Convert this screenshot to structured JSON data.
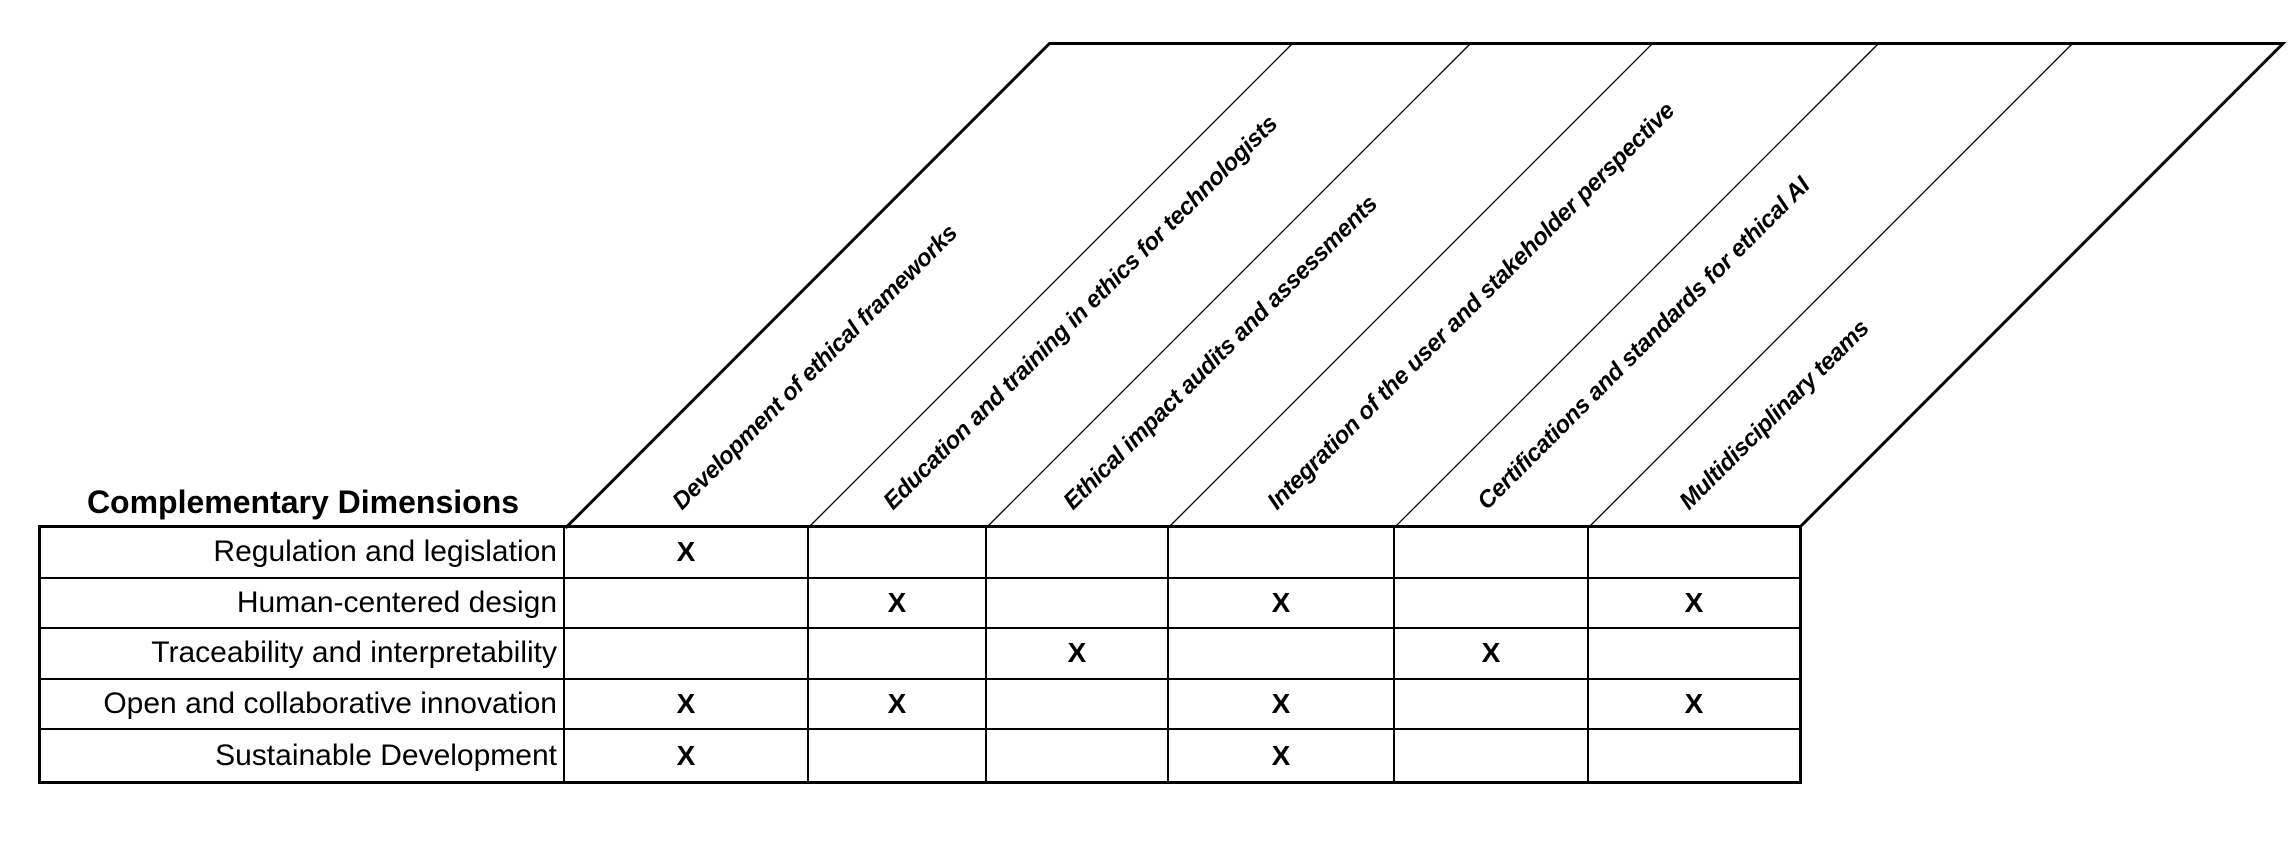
{
  "title": "Complementary Dimensions",
  "column_headers": [
    "Development of ethical frameworks",
    "Education and training in ethics for technologists",
    "Ethical impact audits and assessments",
    "Integration of the user and stakeholder perspective",
    "Certifications and standards for ethical AI",
    "Multidisciplinary teams"
  ],
  "rows": [
    {
      "label": "Regulation and legislation",
      "cells": [
        "X",
        "",
        "",
        "",
        "",
        ""
      ]
    },
    {
      "label": "Human-centered design",
      "cells": [
        "",
        "X",
        "",
        "X",
        "",
        "X"
      ]
    },
    {
      "label": "Traceability and interpretability",
      "cells": [
        "",
        "",
        "X",
        "",
        "X",
        ""
      ]
    },
    {
      "label": "Open and collaborative innovation",
      "cells": [
        "X",
        "X",
        "",
        "X",
        "",
        "X"
      ]
    },
    {
      "label": "Sustainable Development",
      "cells": [
        "X",
        "",
        "",
        "X",
        "",
        ""
      ]
    }
  ],
  "mark_symbol": "X",
  "colors": {
    "line": "#000000",
    "text": "#000000",
    "background": "#ffffff"
  }
}
